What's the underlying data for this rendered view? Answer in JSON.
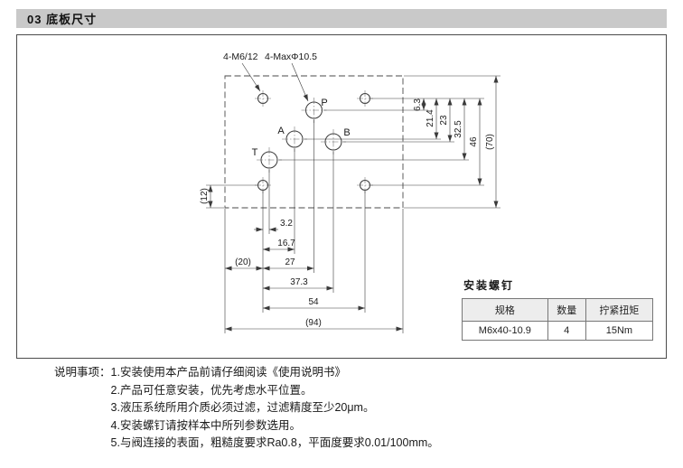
{
  "page": {
    "header": "03 底板尺寸"
  },
  "drawing": {
    "callouts": {
      "mount": "4-M6/12",
      "port_max": "4-MaxΦ10.5"
    },
    "ports": {
      "p": "P",
      "a": "A",
      "b": "B",
      "t": "T"
    },
    "dims_vertical": [
      "6.3",
      "21.4",
      "23",
      "32.5",
      "46",
      "(70)"
    ],
    "dims_horizontal": [
      "3.2",
      "16.7",
      "27",
      "37.3",
      "54",
      "(94)"
    ],
    "dims_left": [
      "(20)",
      "(12)"
    ]
  },
  "screw_table": {
    "title": "安装螺钉",
    "headers": [
      "规格",
      "数量",
      "拧紧扭矩"
    ],
    "rows": [
      [
        "M6x40-10.9",
        "4",
        "15Nm"
      ]
    ]
  },
  "notes": {
    "label": "说明事项：",
    "items": [
      "1.安装使用本产品前请仔细阅读《使用说明书》",
      "2.产品可任意安装，优先考虑水平位置。",
      "3.液压系统所用介质必须过滤，过滤精度至少20μm。",
      "4.安装螺钉请按样本中所列参数选用。",
      "5.与阀连接的表面，粗糙度要求Ra0.8，平面度要求0.01/100mm。"
    ]
  }
}
